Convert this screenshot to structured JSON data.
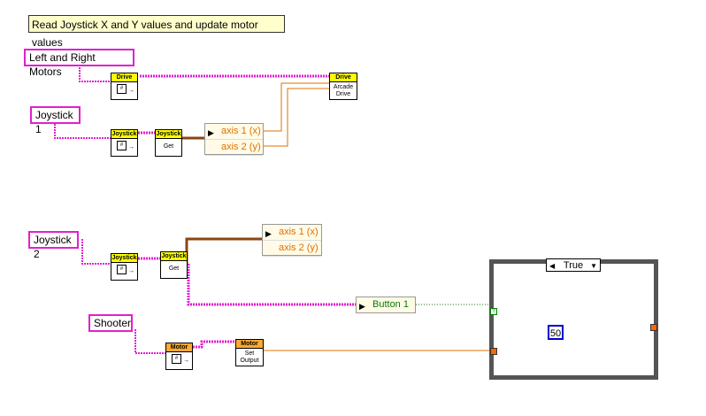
{
  "comment": "Read Joystick X and Y values and update motor values",
  "refs": {
    "motors": "Left and Right Motors",
    "joystick1": "Joystick 1",
    "joystick2": "Joystick 2",
    "shooter": "Shooter"
  },
  "vis": {
    "drive_ref": {
      "header": "Drive"
    },
    "arcade": {
      "header": "Drive",
      "body1": "Arcade",
      "body2": "Drive"
    },
    "joy1_ref": {
      "header": "Joystick"
    },
    "joy1_get": {
      "header": "Joystick",
      "body1": "Get"
    },
    "joy2_ref": {
      "header": "Joystick"
    },
    "joy2_get": {
      "header": "Joystick",
      "body1": "Get"
    },
    "motor_ref": {
      "header": "Motor"
    },
    "motor_set": {
      "header": "Motor",
      "body1": "Set",
      "body2": "Output"
    }
  },
  "unbundle1": [
    "axis 1 (x)",
    "axis 2 (y)"
  ],
  "unbundle2": [
    "axis 1 (x)",
    "axis 2 (y)"
  ],
  "button": "Button 1",
  "case": {
    "selector": "True",
    "constant": "50",
    "sel_glyph": "?"
  },
  "ref_glyph": "#",
  "colors": {
    "refwire": "#e020d0",
    "cluster": "#8b4513",
    "numeric": "#e07000",
    "boolean": "#0a7a0a",
    "int": "#0000d0"
  }
}
